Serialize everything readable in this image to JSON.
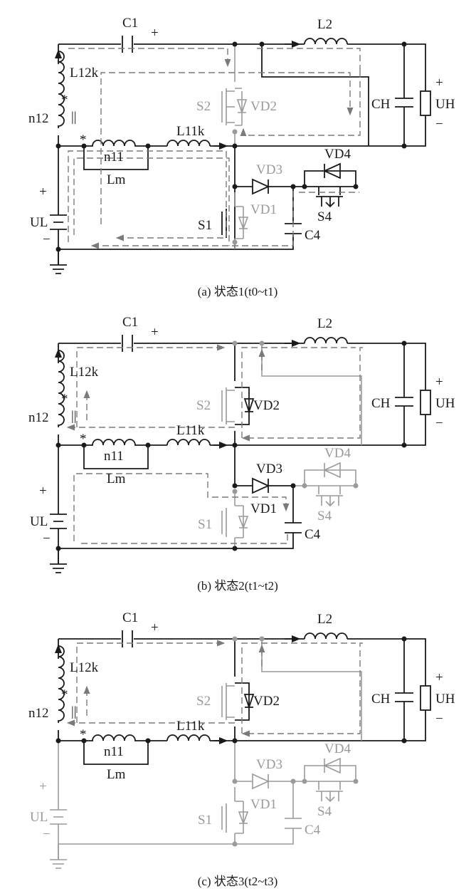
{
  "panels": [
    {
      "caption": "(a)  状态1(t0~t1)",
      "labels": {
        "C1": "C1",
        "L2": "L2",
        "L12k": "L12k",
        "n12": "n12",
        "n11": "n11",
        "Lm": "Lm",
        "L11k": "L11k",
        "CH": "CH",
        "UH": "UH",
        "UL": "UL",
        "S1": "S1",
        "S2": "S2",
        "VD1": "VD1",
        "VD2": "VD2",
        "VD3": "VD3",
        "VD4": "VD4",
        "S4": "S4",
        "C4": "C4"
      }
    },
    {
      "caption": "(b)  状态2(t1~t2)",
      "labels": {
        "C1": "C1",
        "L2": "L2",
        "L12k": "L12k",
        "n12": "n12",
        "n11": "n11",
        "Lm": "Lm",
        "L11k": "L11k",
        "CH": "CH",
        "UH": "UH",
        "UL": "UL",
        "S1": "S1",
        "S2": "S2",
        "VD1": "VD1",
        "VD2": "VD2",
        "VD3": "VD3",
        "VD4": "VD4",
        "S4": "S4",
        "C4": "C4"
      }
    },
    {
      "caption": "(c)  状态3(t2~t3)",
      "labels": {
        "C1": "C1",
        "L2": "L2",
        "L12k": "L12k",
        "n12": "n12",
        "n11": "n11",
        "Lm": "Lm",
        "L11k": "L11k",
        "CH": "CH",
        "UH": "UH",
        "UL": "UL",
        "S1": "S1",
        "S2": "S2",
        "VD1": "VD1",
        "VD2": "VD2",
        "VD3": "VD3",
        "VD4": "VD4",
        "S4": "S4",
        "C4": "C4"
      }
    }
  ],
  "symbols": {
    "plus": "+",
    "minus": "−",
    "star": "*",
    "parallel": "||"
  },
  "colors": {
    "active": "#1a1a1a",
    "inactive": "#9a9a9a",
    "current_path": "#7a7a7a"
  }
}
